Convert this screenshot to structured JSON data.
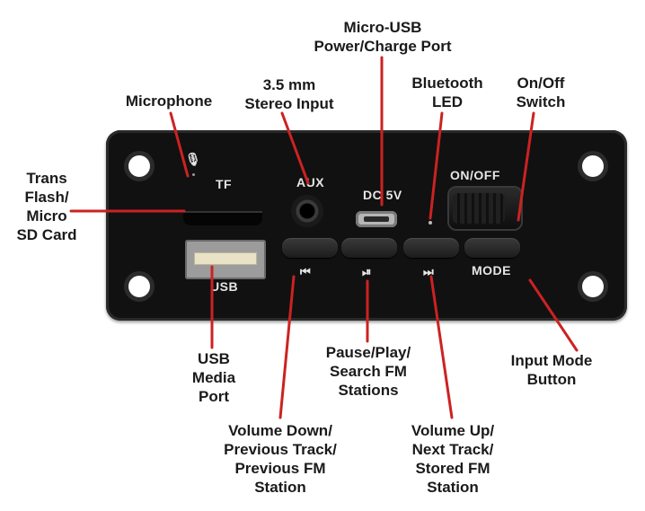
{
  "labels": {
    "micro_usb": "Micro-USB\nPower/Charge Port",
    "stereo_input": "3.5 mm\nStereo Input",
    "bluetooth_led": "Bluetooth\nLED",
    "on_off_switch": "On/Off\nSwitch",
    "microphone": "Microphone",
    "tf_card": "Trans\nFlash/\nMicro\nSD Card",
    "usb_media_port": "USB\nMedia\nPort",
    "pause_play": "Pause/Play/\nSearch FM\nStations",
    "input_mode": "Input Mode\nButton",
    "volume_down": "Volume Down/\nPrevious Track/\nPrevious FM\nStation",
    "volume_up": "Volume Up/\nNext Track/\nStored FM\nStation"
  },
  "silkscreen": {
    "tf": "TF",
    "aux": "AUX",
    "dc5v": "DC 5V",
    "on_off": "ON/OFF",
    "usb": "USB",
    "mode": "MODE",
    "prev_symbol": "⏮",
    "play_pause_symbol": "⏯",
    "next_symbol": "⏭",
    "mic_symbol": "🎙"
  },
  "colors": {
    "leader": "#cc2222",
    "panel": "#111111"
  }
}
